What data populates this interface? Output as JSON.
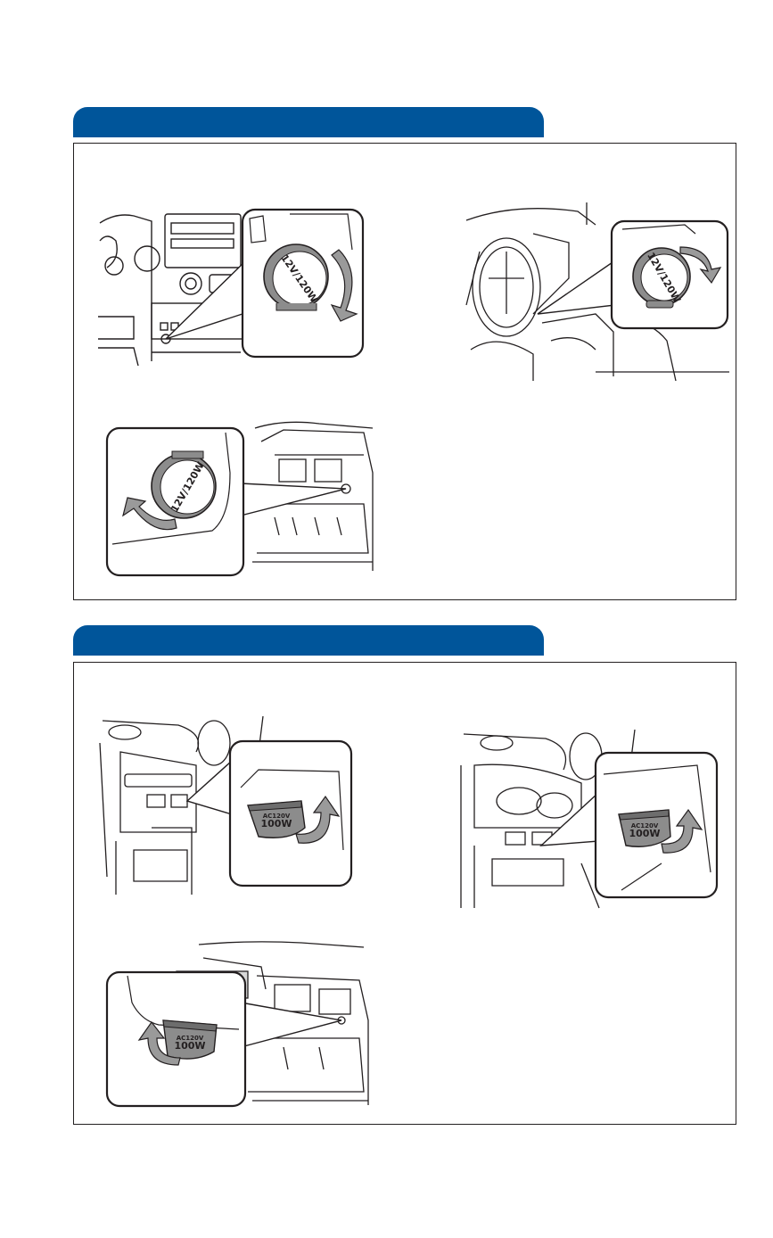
{
  "colors": {
    "header_blue": "#00559a",
    "line": "#231f20",
    "cap_fill": "#8c8c8c",
    "arrow_fill": "#9a9a9a"
  },
  "section_12v": {
    "header_title": "",
    "illustrations": [
      {
        "id": "dash-outlet",
        "cap_text": "12V/120W",
        "arrow": "clockwise-right"
      },
      {
        "id": "console-outlet",
        "cap_text": "12V/120W",
        "arrow": "clockwise-right"
      },
      {
        "id": "cargo-outlet",
        "cap_text": "12V/120W",
        "arrow": "counterclockwise-left"
      }
    ]
  },
  "section_ac": {
    "header_title": "",
    "illustrations": [
      {
        "id": "rear-console-outlet",
        "cap_line1": "AC120V",
        "cap_line2": "100W",
        "arrow": "up-right"
      },
      {
        "id": "center-console-outlet",
        "cap_line1": "AC120V",
        "cap_line2": "100W",
        "arrow": "up-right"
      },
      {
        "id": "cargo-ac-outlet",
        "cap_line1": "AC120V",
        "cap_line2": "100W",
        "arrow": "up-left"
      }
    ]
  }
}
